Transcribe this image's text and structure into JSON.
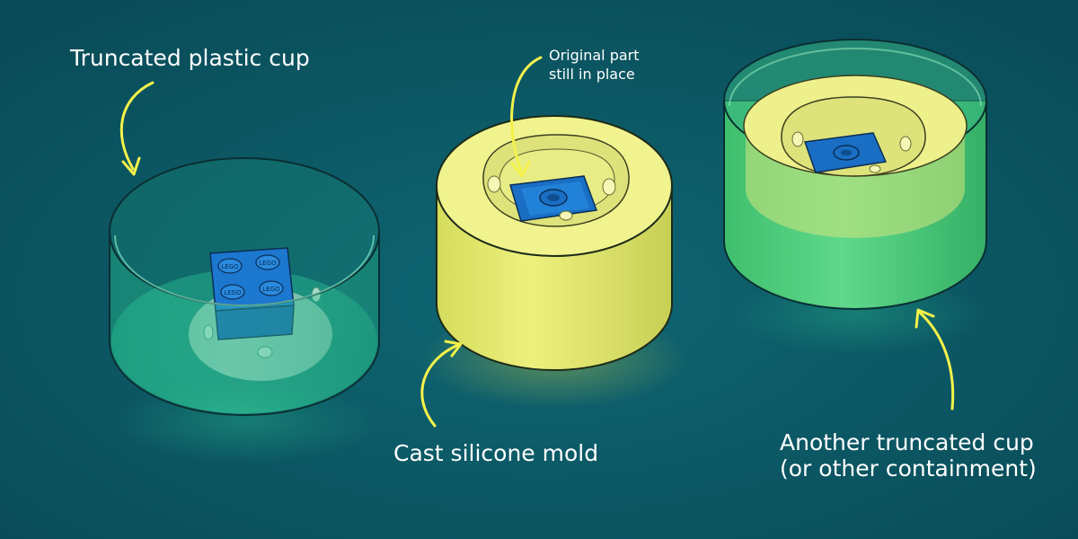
{
  "labels": {
    "plastic_cup": "Truncated plastic cup",
    "original_part": [
      "Original part",
      "still in place"
    ],
    "silicone_mold": "Cast silicone mold",
    "another_cup": [
      "Another truncated cup",
      "(or other containment)"
    ]
  },
  "colors": {
    "background": "#0b5563",
    "cup_green": "#2fd39a",
    "silicone_yellow": "#eef27e",
    "brick_blue": "#1a7fd6",
    "arrow_yellow": "#f4f24a",
    "text": "#ffffff"
  },
  "brick": {
    "stud_text": "LEGO"
  }
}
